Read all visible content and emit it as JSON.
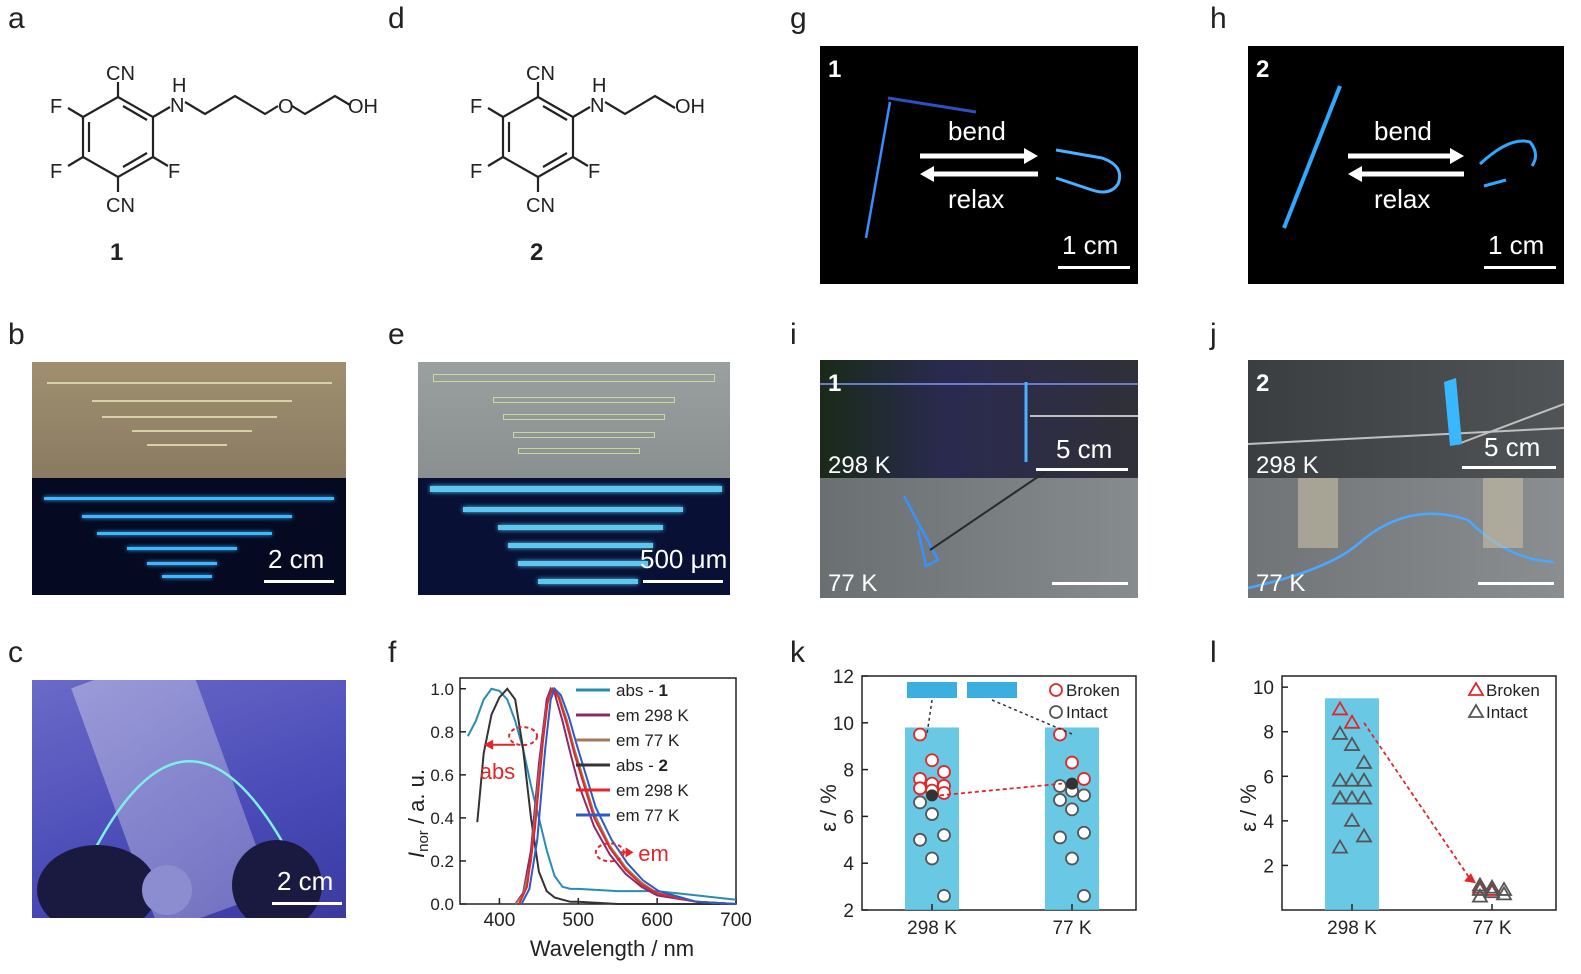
{
  "panels": {
    "a": "a",
    "b": "b",
    "c": "c",
    "d": "d",
    "e": "e",
    "f": "f",
    "g": "g",
    "h": "h",
    "i": "i",
    "j": "j",
    "k": "k",
    "l": "l"
  },
  "molecule1": {
    "cn_top": "CN",
    "cn_bottom": "CN",
    "h": "H",
    "n": "N",
    "o": "O",
    "oh": "OH",
    "f1": "F",
    "f2": "F",
    "f3": "F",
    "label": "1"
  },
  "molecule2": {
    "cn_top": "CN",
    "cn_bottom": "CN",
    "h": "H",
    "n": "N",
    "oh": "OH",
    "f1": "F",
    "f2": "F",
    "f3": "F",
    "label": "2"
  },
  "photo_b": {
    "scale": "2 cm"
  },
  "photo_c": {
    "scale": "2 cm"
  },
  "photo_e": {
    "scale": "500 μm"
  },
  "photo_g": {
    "tag": "1",
    "bend": "bend",
    "relax": "relax",
    "scale": "1 cm"
  },
  "photo_h": {
    "tag": "2",
    "bend": "bend",
    "relax": "relax",
    "scale": "1 cm"
  },
  "photo_i": {
    "tag": "1",
    "scale": "5 cm",
    "t_top": "298 K",
    "t_bottom": "77 K"
  },
  "photo_j": {
    "tag": "2",
    "scale": "5 cm",
    "t_top": "298 K",
    "t_bottom": "77 K"
  },
  "chart_data": [
    {
      "type": "line",
      "panel": "f",
      "xlabel": "Wavelength / nm",
      "ylabel_main": "I",
      "ylabel_sub": "nor",
      "ylabel_rest": " / a. u.",
      "xlim": [
        350,
        700
      ],
      "ylim": [
        0,
        1.05
      ],
      "xticks": [
        400,
        500,
        600,
        700
      ],
      "yticks": [
        "0.0",
        "0.2",
        "0.4",
        "0.6",
        "0.8",
        "1.0"
      ],
      "annotations": {
        "abs": "abs",
        "em": "em"
      },
      "legend": [
        {
          "name": "abs - ",
          "bold": "1",
          "color": "#2a8db0"
        },
        {
          "name": "em 298 K",
          "bold": "",
          "color": "#8b2a6a"
        },
        {
          "name": "em 77 K",
          "bold": "",
          "color": "#a07a5a"
        },
        {
          "name": "abs - ",
          "bold": "2",
          "color": "#333333"
        },
        {
          "name": "em 298 K",
          "bold": "",
          "color": "#e0282a"
        },
        {
          "name": "em 77 K",
          "bold": "",
          "color": "#2a5bc8"
        }
      ],
      "series": [
        {
          "name": "abs - 1",
          "color": "#2a8db0",
          "x": [
            360,
            370,
            380,
            390,
            400,
            410,
            420,
            430,
            440,
            450,
            460,
            470,
            480,
            490,
            500,
            550,
            600,
            650,
            700
          ],
          "y": [
            0.78,
            0.85,
            0.95,
            1.0,
            0.99,
            0.95,
            0.85,
            0.72,
            0.55,
            0.4,
            0.25,
            0.13,
            0.08,
            0.07,
            0.07,
            0.06,
            0.06,
            0.04,
            0.02
          ]
        },
        {
          "name": "abs - 2",
          "color": "#333333",
          "x": [
            372,
            380,
            390,
            400,
            410,
            420,
            430,
            440,
            450,
            460,
            470,
            480,
            490,
            500,
            550,
            600,
            700
          ],
          "y": [
            0.38,
            0.7,
            0.88,
            0.96,
            1.0,
            0.95,
            0.72,
            0.4,
            0.15,
            0.06,
            0.03,
            0.02,
            0.01,
            0.01,
            0.0,
            0.0,
            0.0
          ]
        },
        {
          "name": "em 298 K (1)",
          "color": "#8b2a6a",
          "x": [
            420,
            430,
            440,
            450,
            460,
            465,
            470,
            480,
            490,
            500,
            520,
            540,
            560,
            580,
            600,
            650,
            700
          ],
          "y": [
            0.0,
            0.05,
            0.25,
            0.65,
            0.95,
            1.0,
            0.98,
            0.85,
            0.7,
            0.56,
            0.36,
            0.23,
            0.14,
            0.08,
            0.04,
            0.01,
            0.0
          ]
        },
        {
          "name": "em 77 K (1)",
          "color": "#a07a5a",
          "x": [
            420,
            430,
            440,
            450,
            460,
            467,
            475,
            485,
            495,
            505,
            520,
            540,
            560,
            580,
            600,
            650,
            700
          ],
          "y": [
            0.0,
            0.04,
            0.2,
            0.6,
            0.92,
            1.0,
            0.97,
            0.86,
            0.72,
            0.6,
            0.42,
            0.27,
            0.17,
            0.1,
            0.05,
            0.01,
            0.0
          ]
        },
        {
          "name": "em 298 K (2)",
          "color": "#e0282a",
          "x": [
            425,
            435,
            445,
            455,
            462,
            468,
            475,
            485,
            495,
            505,
            520,
            540,
            560,
            580,
            600,
            650,
            700
          ],
          "y": [
            0.0,
            0.08,
            0.35,
            0.75,
            0.96,
            1.0,
            0.96,
            0.84,
            0.7,
            0.58,
            0.4,
            0.26,
            0.16,
            0.09,
            0.05,
            0.01,
            0.0
          ]
        },
        {
          "name": "em 77 K (2)",
          "color": "#2a5bc8",
          "x": [
            428,
            438,
            448,
            458,
            465,
            470,
            478,
            488,
            498,
            508,
            522,
            542,
            562,
            582,
            602,
            650,
            700
          ],
          "y": [
            0.0,
            0.07,
            0.3,
            0.72,
            0.95,
            1.0,
            0.97,
            0.87,
            0.74,
            0.62,
            0.45,
            0.3,
            0.19,
            0.11,
            0.06,
            0.01,
            0.0
          ]
        }
      ]
    },
    {
      "type": "scatter",
      "panel": "k",
      "ylabel": "ε / %",
      "categories": [
        "298 K",
        "77 K"
      ],
      "ylim": [
        2,
        12
      ],
      "yticks": [
        2,
        4,
        6,
        8,
        10,
        12
      ],
      "bar_heights": [
        9.8,
        9.8
      ],
      "legend": [
        "Broken",
        "Intact"
      ],
      "broken": {
        "298 K": [
          9.5,
          8.4,
          7.9,
          7.6,
          7.4,
          7.3,
          7.2,
          7.1,
          7.0
        ],
        "77 K": [
          9.5,
          8.3,
          7.6
        ]
      },
      "intact": {
        "298 K": [
          6.6,
          6.1,
          5.2,
          5.0,
          4.2,
          2.6
        ],
        "77 K": [
          7.3,
          7.1,
          6.9,
          6.7,
          6.3,
          5.3,
          5.1,
          4.2,
          2.6
        ]
      },
      "mean": [
        6.9,
        7.4
      ]
    },
    {
      "type": "scatter",
      "panel": "l",
      "ylabel": "ε / %",
      "categories": [
        "298 K",
        "77 K"
      ],
      "ylim": [
        0,
        10.5
      ],
      "yticks": [
        2,
        4,
        6,
        8,
        10
      ],
      "bar_heights": [
        9.5,
        0
      ],
      "legend": [
        "Broken",
        "Intact"
      ],
      "broken": {
        "298 K": [
          9.0,
          8.4
        ],
        "77 K": [
          1.0,
          0.9
        ]
      },
      "intact": {
        "298 K": [
          7.9,
          7.4,
          6.6,
          5.8,
          5.8,
          5.8,
          5.0,
          5.0,
          5.0,
          5.0,
          4.0,
          3.3,
          2.8
        ],
        "77 K": [
          1.1,
          1.0,
          0.9,
          0.9,
          0.8,
          0.7,
          0.6
        ]
      }
    }
  ]
}
